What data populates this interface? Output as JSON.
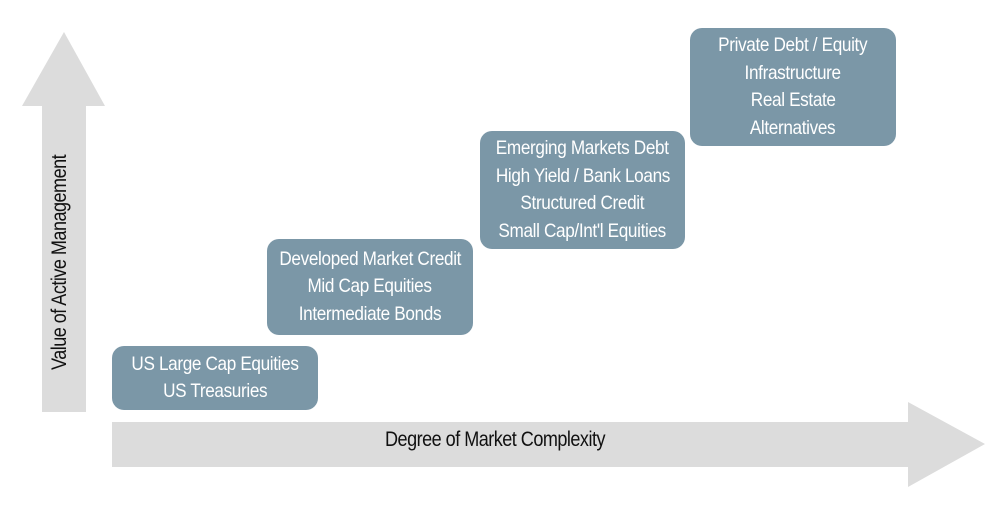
{
  "axes": {
    "x_label": "Degree of Market Complexity",
    "y_label": "Value of Active Management"
  },
  "tiers": [
    {
      "lines": [
        "US Large Cap Equities",
        "US Treasuries"
      ]
    },
    {
      "lines": [
        "Developed Market Credit",
        "Mid Cap Equities",
        "Intermediate Bonds"
      ]
    },
    {
      "lines": [
        "Emerging Markets Debt",
        "High Yield / Bank Loans",
        "Structured Credit",
        "Small Cap/Int'l Equities"
      ]
    },
    {
      "lines": [
        "Private Debt / Equity",
        "Infrastructure",
        "Real Estate",
        "Alternatives"
      ]
    }
  ],
  "colors": {
    "box_fill": "#7b97a7",
    "box_text": "#ffffff",
    "arrow_fill": "#dcdcdc",
    "axis_text": "#111111"
  }
}
